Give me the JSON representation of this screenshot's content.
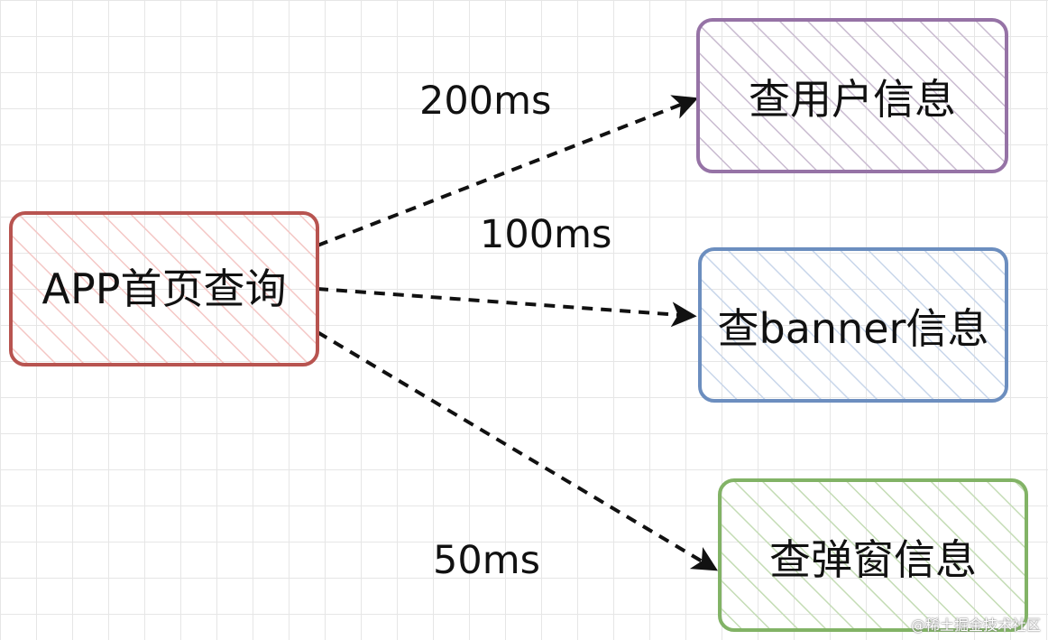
{
  "colors": {
    "app_node_stroke": "#b85450",
    "app_node_hatch": "#f4c7c5",
    "user_node_stroke": "#9673a6",
    "user_node_hatch": "#c9bbd0",
    "banner_node_stroke": "#6c8ebf",
    "banner_node_hatch": "#c8d6ea",
    "popup_node_stroke": "#82b366",
    "popup_node_hatch": "#c4dcb5",
    "edge": "#111111",
    "grid": "#e6e6e6"
  },
  "nodes": {
    "app": {
      "label": "APP首页查询"
    },
    "user": {
      "label": "查用户信息"
    },
    "banner": {
      "label": "查banner信息"
    },
    "popup": {
      "label": "查弹窗信息"
    }
  },
  "edges": {
    "to_user": {
      "label": "200ms"
    },
    "to_banner": {
      "label": "100ms"
    },
    "to_popup": {
      "label": "50ms"
    }
  },
  "watermark": {
    "text": "@稀土掘金技术社区"
  }
}
